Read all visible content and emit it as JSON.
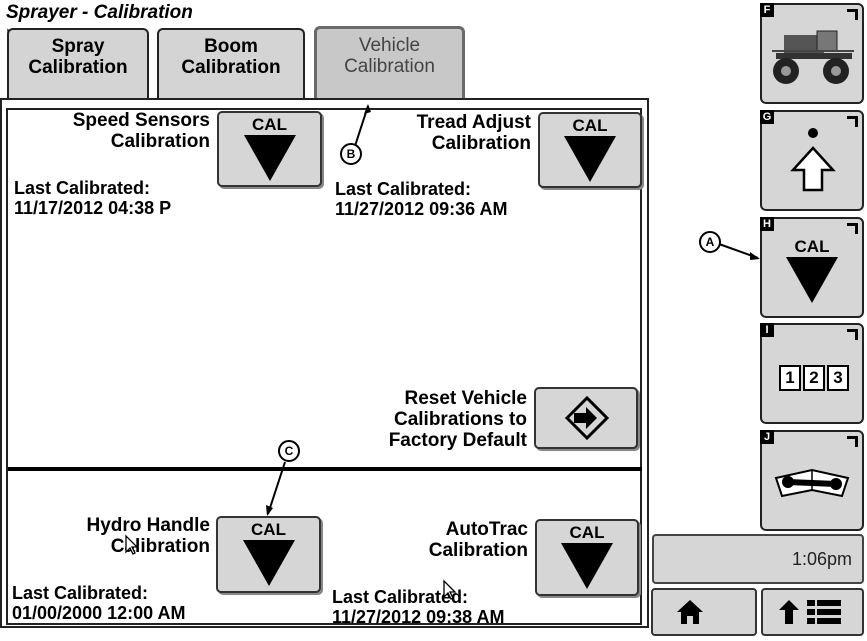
{
  "window": {
    "title": "Sprayer - Calibration"
  },
  "tabs": [
    {
      "line1": "Spray",
      "line2": "Calibration"
    },
    {
      "line1": "Boom",
      "line2": "Calibration"
    },
    {
      "line1": "Vehicle",
      "line2": "Calibration"
    }
  ],
  "sections": {
    "speed_sensors": {
      "line1": "Speed Sensors",
      "line2": "Calibration",
      "last_label": "Last Calibrated:",
      "last_value": "11/17/2012  04:38 P",
      "button": "CAL"
    },
    "tread_adjust": {
      "line1": "Tread Adjust",
      "line2": "Calibration",
      "last_label": "Last Calibrated:",
      "last_value": "11/27/2012  09:36 AM",
      "button": "CAL"
    },
    "reset": {
      "line1": "Reset Vehicle",
      "line2": "Calibrations to",
      "line3": "Factory Default"
    },
    "hydro_handle": {
      "line1": "Hydro Handle",
      "line2": "Calibration",
      "last_label": "Last Calibrated:",
      "last_value": "01/00/2000  12:00 AM",
      "button": "CAL"
    },
    "autotrac": {
      "line1": "AutoTrac",
      "line2": "Calibration",
      "last_label": "Last Calibrated:",
      "last_value": "11/27/2012  09:38 AM",
      "button": "CAL"
    }
  },
  "softkeys": {
    "f": {
      "key": "F"
    },
    "g": {
      "key": "G"
    },
    "h": {
      "key": "H",
      "label": "CAL"
    },
    "i": {
      "key": "I",
      "digits": [
        "1",
        "2",
        "3"
      ]
    },
    "j": {
      "key": "J"
    }
  },
  "status": {
    "time": "1:06pm"
  },
  "callouts": {
    "a": "A",
    "b": "B",
    "c": "C"
  },
  "colors": {
    "button_gray": "#d6d6d6",
    "border": "#222222"
  }
}
